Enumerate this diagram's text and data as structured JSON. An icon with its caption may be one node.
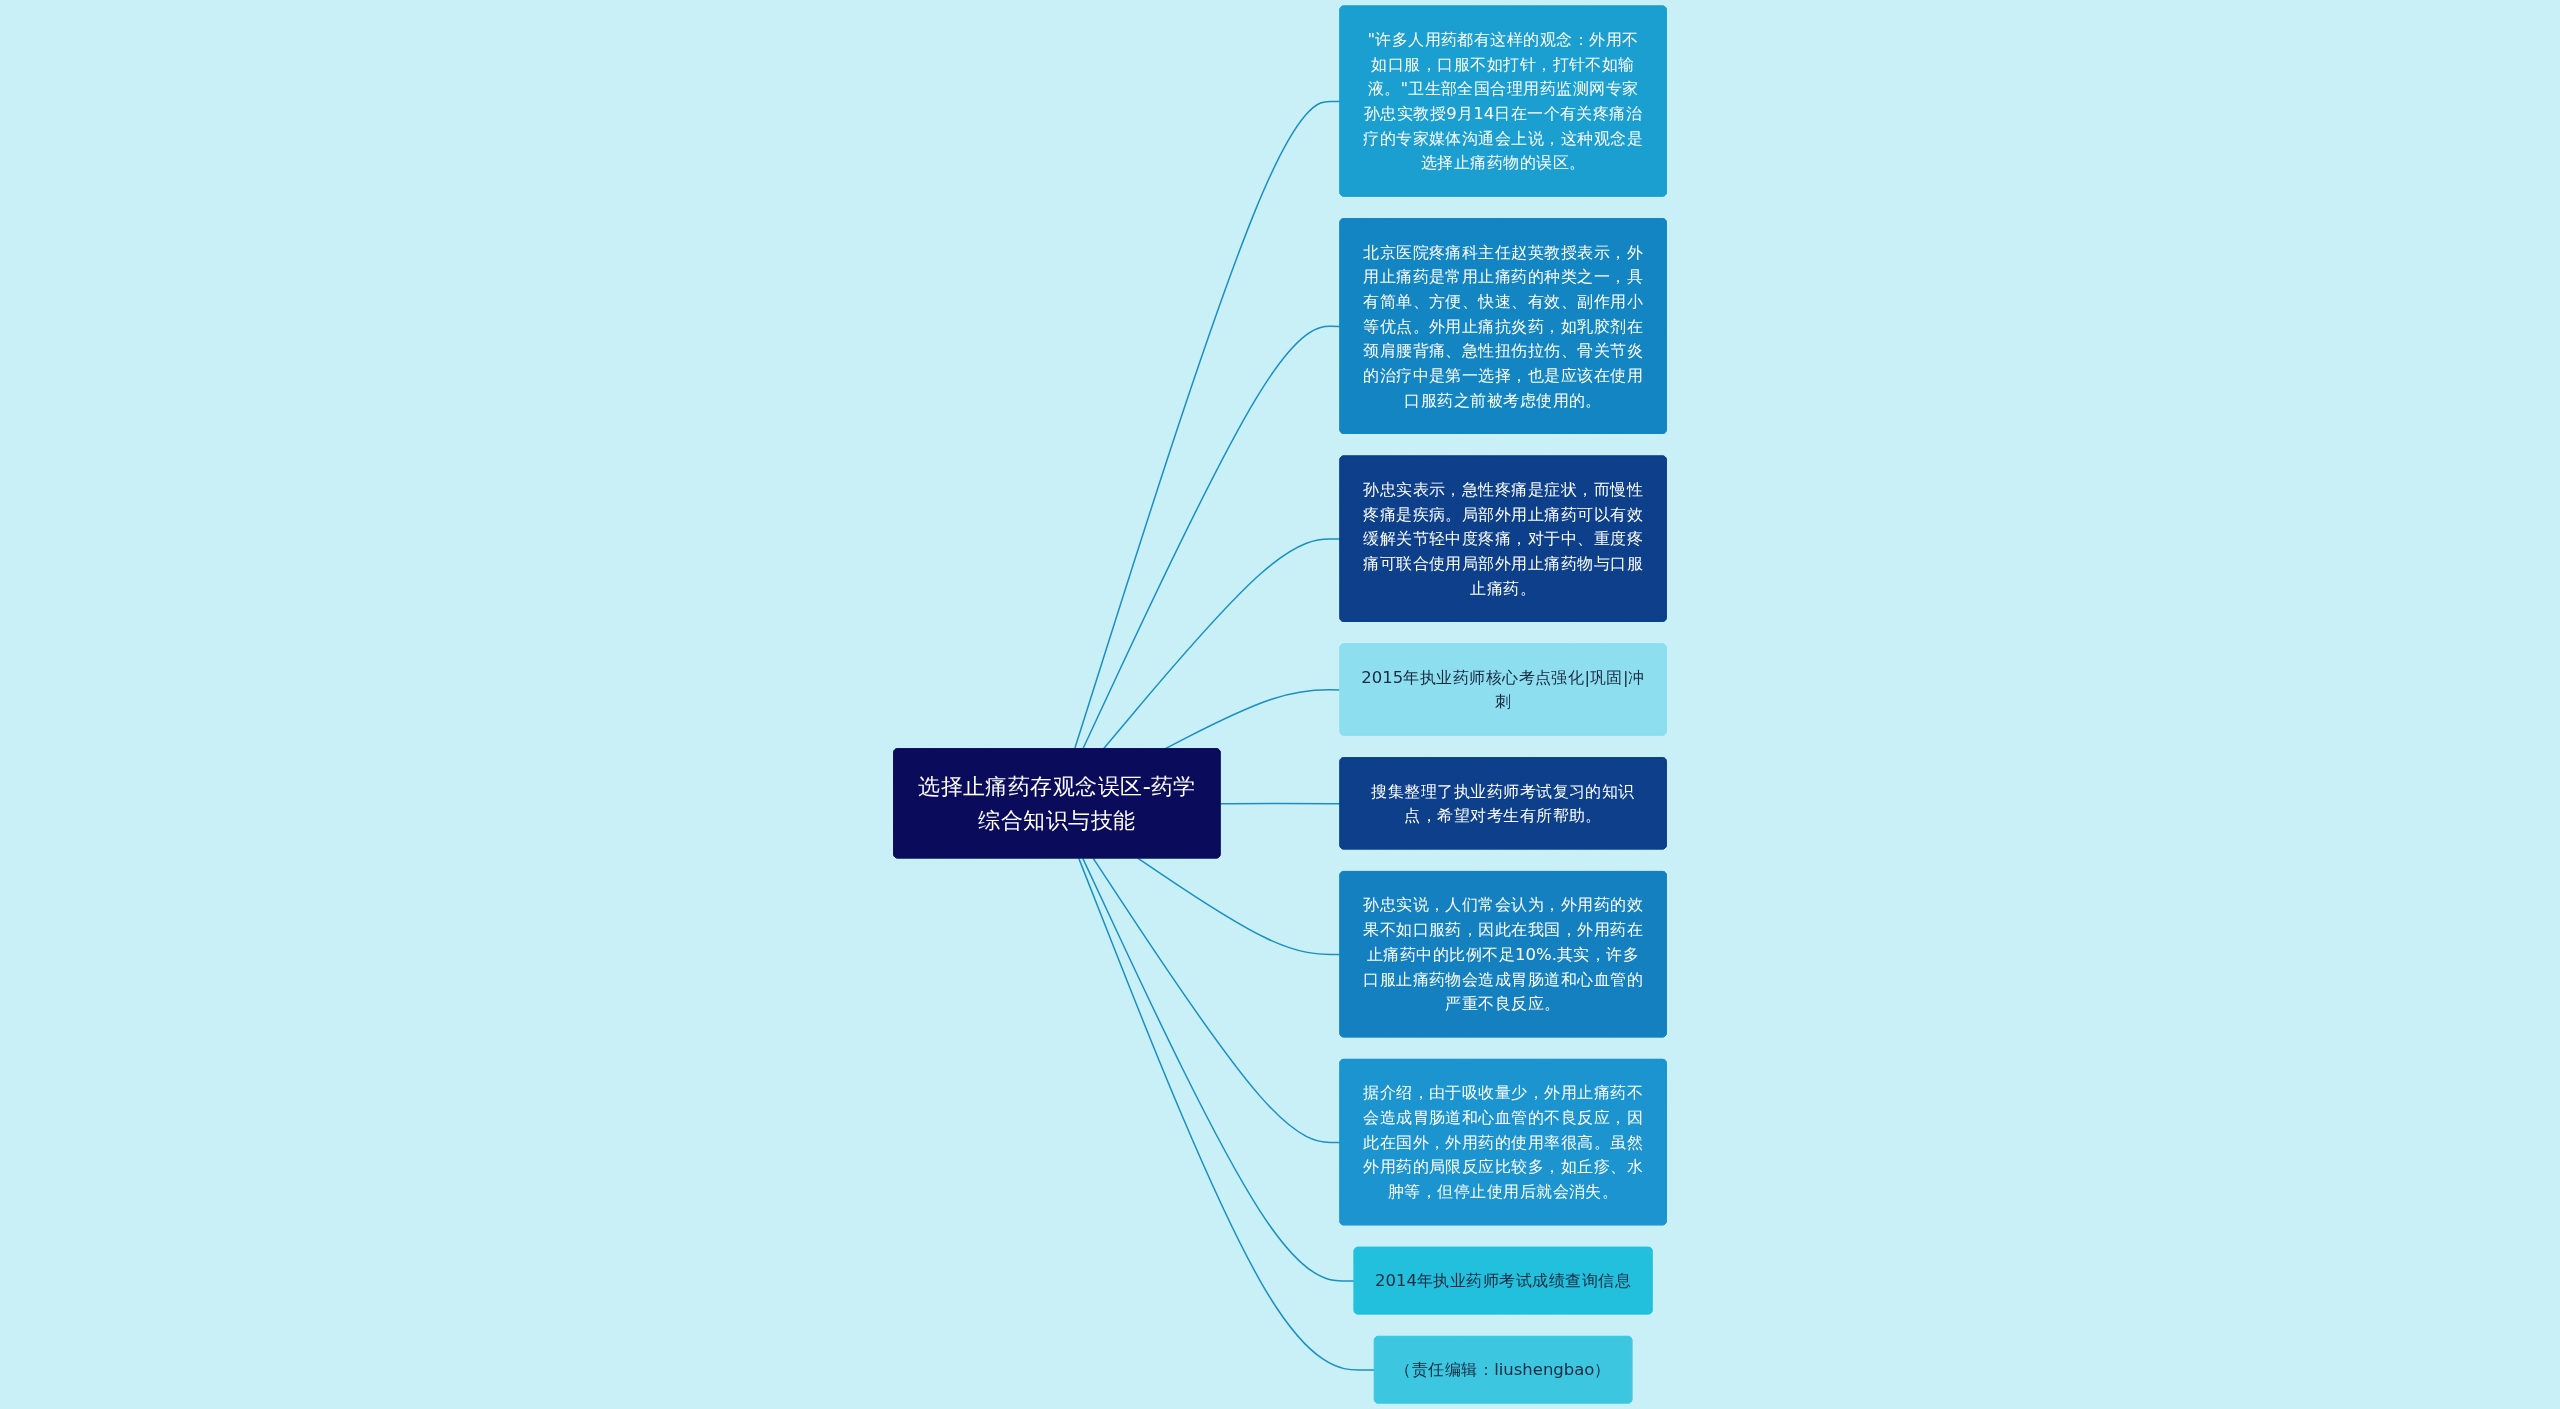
{
  "diagram": {
    "nodes": [
      {
        "text": [
          "选择止痛药存观念误区-药学综合知识与技能"
        ]
      },
      {
        "text": [
          "\"许多人用药都有这样的观念：外用不如口服，口服不如打针，打针不如输液。\"卫生部全国合理用药监测网专家孙忠实教授9月14日在一个有关疼痛治疗的专家媒体沟通会上说，这种观念是选择止痛药物的误区。"
        ]
      },
      {
        "text": [
          "北京医院疼痛科主任赵英教授表示，外用止痛药是常用止痛药的种类之一，具有简单、方便、快速、有效、副作用小等优点。外用止痛抗炎药，如乳胶剂在颈肩腰背痛、急性扭伤拉伤、骨关节炎的治疗中是第一选择，也是应该在使用口服药之前被考虑使用的。"
        ]
      },
      {
        "text": [
          "孙忠实表示，急性疼痛是症状，而慢性疼痛是疾病。局部外用止痛药可以有效缓解关节轻中度疼痛，对于中、重度疼痛可联合使用局部外用止痛药物与口服止痛药。"
        ]
      },
      {
        "text": [
          "2015年执业药师核心考点强化|巩固|冲刺"
        ]
      },
      {
        "text": [
          "搜集整理了执业药师考试复习的知识点，希望对考生有所帮助。"
        ]
      },
      {
        "text": [
          "孙忠实说，人们常会认为，外用药的效果不如口服药，因此在我国，外用药在止痛药中的比例不足10%.其实，许多口服止痛药物会造成胃肠道和心血管的严重不良反应。"
        ]
      },
      {
        "text": [
          "据介绍，由于吸收量少，外用止痛药不会造成胃肠道和心血管的不良反应，因此在国外，外用药的使用率很高。虽然外用药的局限反应比较多，如丘疹、水肿等，但停止使用后就会消失。"
        ]
      },
      {
        "text": [
          "2014年执业药师考试成绩查询信息"
        ]
      },
      {
        "text": [
          "（责任编辑：liushengbao）"
        ]
      }
    ],
    "edges": [
      {
        "from": 0,
        "to": 1,
        "arrow": "none"
      },
      {
        "from": 0,
        "to": 2,
        "arrow": "none"
      },
      {
        "from": 0,
        "to": 3,
        "arrow": "none"
      },
      {
        "from": 0,
        "to": 4,
        "arrow": "none"
      },
      {
        "from": 0,
        "to": 5,
        "arrow": "none"
      },
      {
        "from": 0,
        "to": 6,
        "arrow": "none"
      },
      {
        "from": 0,
        "to": 7,
        "arrow": "none"
      },
      {
        "from": 0,
        "to": 8,
        "arrow": "none"
      },
      {
        "from": 0,
        "to": 9,
        "arrow": "none"
      }
    ]
  }
}
